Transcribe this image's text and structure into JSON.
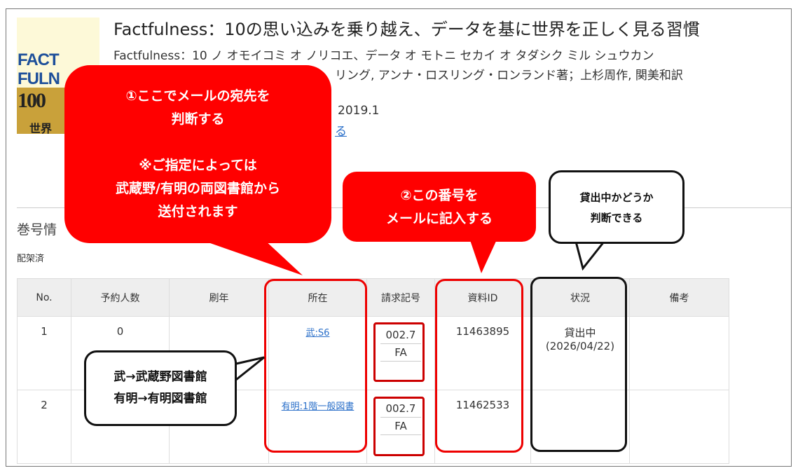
{
  "book": {
    "title": "Factfulness：10の思い込みを乗り越え、データを基に世界を正しく見る習慣",
    "title_kana": "Factfulness：10 ノ オモイコミ オ ノリコエ、データ オ モトニ セカイ オ タダシク ミル シュウカン",
    "authors": "リング, アンナ・ロスリング・ロンランド著；上杉周作, 関美和訳",
    "year": "2019.1",
    "link": "る",
    "cover_text": [
      "FACT",
      "FULN",
      "100",
      "世界"
    ]
  },
  "section": {
    "title": "巻号情",
    "status": "配架済"
  },
  "table": {
    "headers": [
      "No.",
      "予約人数",
      "刷年",
      "所在",
      "請求記号",
      "資料ID",
      "状況",
      "備考"
    ],
    "rows": [
      {
        "no": "1",
        "reservations": "0",
        "print_year": "",
        "location": "武:S6",
        "call_number": [
          "002.7",
          "FA"
        ],
        "item_id": "11463895",
        "status": "貸出中",
        "status_date": "(2026/04/22)",
        "notes": ""
      },
      {
        "no": "2",
        "reservations": "",
        "print_year": "",
        "location": "有明:1階一般図書",
        "call_number": [
          "002.7",
          "FA"
        ],
        "item_id": "11462533",
        "status": "",
        "status_date": "",
        "notes": ""
      }
    ]
  },
  "callouts": {
    "c1": [
      "①ここでメールの宛先を",
      "判断する",
      "",
      "※ご指定によっては",
      "武蔵野/有明の両図書館から",
      "送付されます"
    ],
    "c2": [
      "②この番号を",
      "メールに記入する"
    ],
    "c3": [
      "貸出中かどうか",
      "判断できる"
    ],
    "c4": [
      "武→武蔵野図書館",
      "有明→有明図書館"
    ]
  },
  "colors": {
    "callout_red": "#ff0000",
    "link": "#2a6fc9"
  }
}
